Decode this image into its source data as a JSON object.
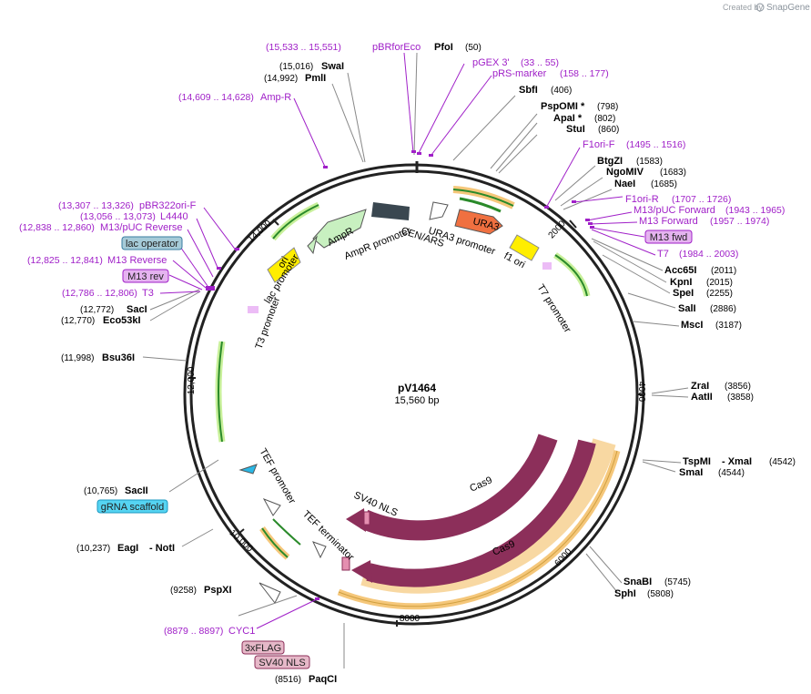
{
  "credit": {
    "prefix": "Created by",
    "brand": "SnapGene"
  },
  "plasmid": {
    "name": "pV1464",
    "size": "15,560 bp"
  },
  "ticks": [
    "2000",
    "4000",
    "6000",
    "8000",
    "10,000",
    "12,000",
    "14,000"
  ],
  "enzymes": [
    {
      "name": "PfoI",
      "pos": "(50)"
    },
    {
      "name": "SbfI",
      "pos": "(406)"
    },
    {
      "name": "PspOMI *",
      "pos": "(798)"
    },
    {
      "name": "ApaI *",
      "pos": "(802)"
    },
    {
      "name": "StuI",
      "pos": "(860)"
    },
    {
      "name": "BtgZI",
      "pos": "(1583)"
    },
    {
      "name": "NgoMIV",
      "pos": "(1683)"
    },
    {
      "name": "NaeI",
      "pos": "(1685)"
    },
    {
      "name": "Acc65I",
      "pos": "(2011)"
    },
    {
      "name": "KpnI",
      "pos": "(2015)"
    },
    {
      "name": "SpeI",
      "pos": "(2255)"
    },
    {
      "name": "SalI",
      "pos": "(2886)"
    },
    {
      "name": "MscI",
      "pos": "(3187)"
    },
    {
      "name": "ZraI",
      "pos": "(3856)"
    },
    {
      "name": "AatII",
      "pos": "(3858)"
    },
    {
      "name": "TspMI",
      "pos": "(4542)"
    },
    {
      "name": "- XmaI",
      "pos": ""
    },
    {
      "name": "SmaI",
      "pos": "(4544)"
    },
    {
      "name": "SnaBI",
      "pos": "(5745)"
    },
    {
      "name": "SphI",
      "pos": "(5808)"
    },
    {
      "name": "PaqCI",
      "pos": "(8516)"
    },
    {
      "name": "PspXI",
      "pos": "(9258)"
    },
    {
      "name": "EagI",
      "pos": "(10,237)"
    },
    {
      "name": "- NotI",
      "pos": ""
    },
    {
      "name": "SacII",
      "pos": "(10,765)"
    },
    {
      "name": "Bsu36I",
      "pos": "(11,998)"
    },
    {
      "name": "SacI",
      "pos": "(12,772)"
    },
    {
      "name": "Eco53kI",
      "pos": "(12,770)"
    },
    {
      "name": "PmlI",
      "pos": "(14,992)"
    },
    {
      "name": "SwaI",
      "pos": "(15,016)"
    }
  ],
  "primers": [
    {
      "name": "pBRforEco",
      "pos": "(15,533 .. 15,551)"
    },
    {
      "name": "pGEX 3'",
      "pos": "(33 .. 55)"
    },
    {
      "name": "pRS-marker",
      "pos": "(158 .. 177)"
    },
    {
      "name": "Amp-R",
      "pos": "(14,609 .. 14,628)"
    },
    {
      "name": "F1ori-F",
      "pos": "(1495 .. 1516)"
    },
    {
      "name": "F1ori-R",
      "pos": "(1707 .. 1726)"
    },
    {
      "name": "M13/pUC Forward",
      "pos": "(1943 .. 1965)"
    },
    {
      "name": "M13 Forward",
      "pos": "(1957 .. 1974)"
    },
    {
      "name": "T7",
      "pos": "(1984 .. 2003)"
    },
    {
      "name": "pBR322ori-F",
      "pos": "(13,307 .. 13,326)"
    },
    {
      "name": "L4440",
      "pos": "(13,056 .. 13,073)"
    },
    {
      "name": "M13/pUC Reverse",
      "pos": "(12,838 .. 12,860)"
    },
    {
      "name": "M13 Reverse",
      "pos": "(12,825 .. 12,841)"
    },
    {
      "name": "T3",
      "pos": "(12,786 .. 12,806)"
    },
    {
      "name": "CYC1",
      "pos": "(8879 .. 8897)"
    }
  ],
  "badges": [
    "M13 fwd",
    "lac operator",
    "M13 rev",
    "gRNA scaffold",
    "3xFLAG",
    "SV40 NLS"
  ],
  "features": [
    "CEN/ARS",
    "AmpR",
    "AmpR promoter",
    "URA3",
    "URA3 promoter",
    "f1 ori",
    "T7 promoter",
    "ori",
    "lac promoter",
    "T3 promoter",
    "TEF promoter",
    "TEF terminator",
    "SV40 NLS",
    "Cas9",
    "Cas9"
  ],
  "colors": {
    "backbone": "#222222",
    "cas9": "#8c2f5a",
    "ura3": "#f07040",
    "ampr": "#c8f0c0",
    "ori": "#ffee00",
    "cen": "#3a4750",
    "primer": "#a020c8",
    "misc": "#2ab8e6",
    "promoter": "#ffffff",
    "greenArrow": "#2a8a2a",
    "orangeHalo": "#f5c77a"
  }
}
